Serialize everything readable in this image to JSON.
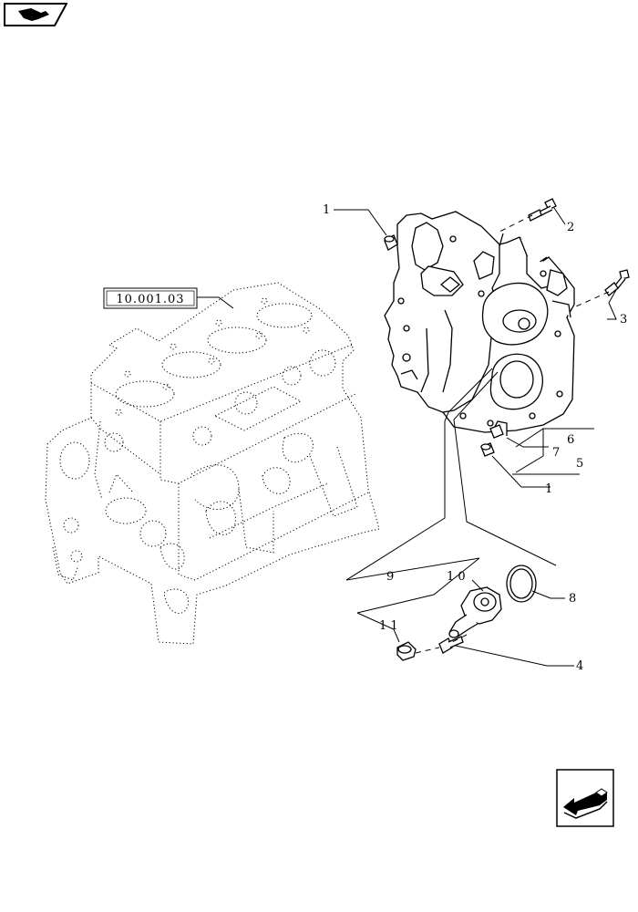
{
  "navigation": {
    "top_icon": "previous-section-arrow-icon",
    "bottom_icon": "return-arrow-icon"
  },
  "reference": {
    "label": "10.001.03"
  },
  "callouts": {
    "c1a": "1",
    "c1b": "1",
    "c2": "2",
    "c3": "3",
    "c4": "4",
    "c5": "5",
    "c6": "6",
    "c7": "7",
    "c8": "8",
    "c9": "9",
    "c10": "1 0",
    "c11": "1 1"
  }
}
